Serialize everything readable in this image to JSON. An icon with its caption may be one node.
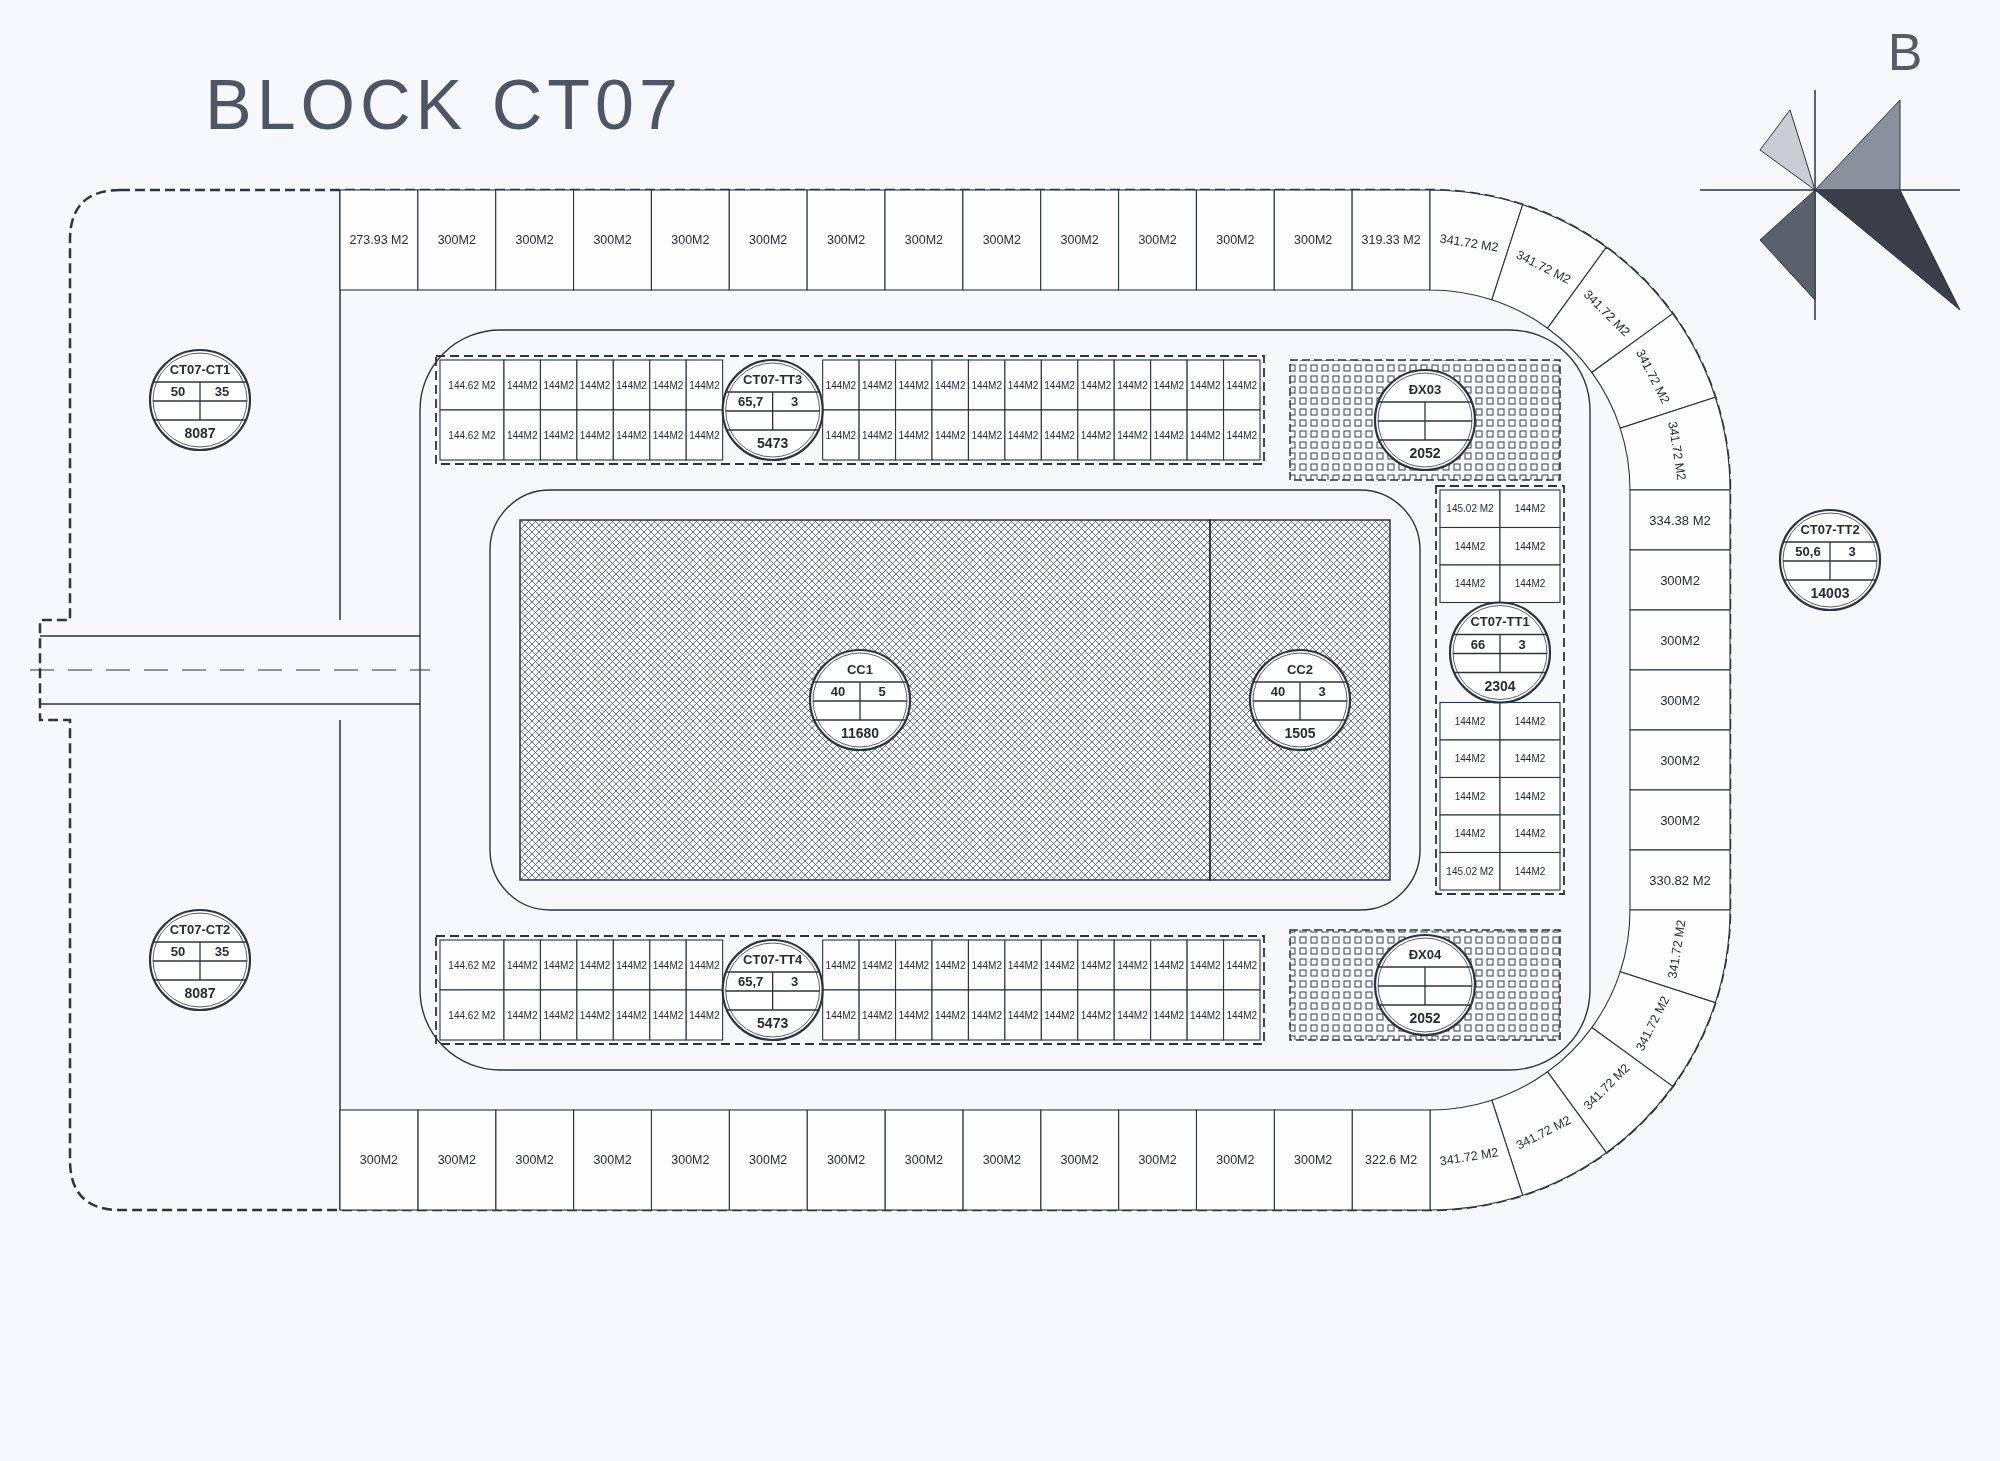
{
  "diagram": {
    "title": "BLOCK CT07",
    "nodes": [
      {
        "text": [
          "273.93 M2"
        ]
      },
      {
        "text": [
          "300M2"
        ]
      },
      {
        "text": [
          "300M2"
        ]
      },
      {
        "text": [
          "300M2"
        ]
      },
      {
        "text": [
          "300M2"
        ]
      },
      {
        "text": [
          "300M2"
        ]
      },
      {
        "text": [
          "300M2"
        ]
      },
      {
        "text": [
          "300M2"
        ]
      },
      {
        "text": [
          "300M2"
        ]
      },
      {
        "text": [
          "300M2"
        ]
      },
      {
        "text": [
          "300M2"
        ]
      },
      {
        "text": [
          "300M2"
        ]
      },
      {
        "text": [
          "300M2"
        ]
      },
      {
        "text": [
          "319.33 M2"
        ]
      },
      {
        "text": [
          "341.72 M2"
        ]
      },
      {
        "text": [
          "341.72 M2"
        ]
      },
      {
        "text": [
          "341.72 M2"
        ]
      },
      {
        "text": [
          "341.72 M2"
        ]
      },
      {
        "text": [
          "341.72 M2"
        ]
      },
      {
        "text": [
          "334.38 M2"
        ]
      },
      {
        "text": [
          "300M2"
        ]
      },
      {
        "text": [
          "300M2"
        ]
      },
      {
        "text": [
          "300M2"
        ]
      },
      {
        "text": [
          "300M2"
        ]
      },
      {
        "text": [
          "300M2"
        ]
      },
      {
        "text": [
          "330.82 M2"
        ]
      },
      {
        "text": [
          "341.72 M2"
        ]
      },
      {
        "text": [
          "341.72 M2"
        ]
      },
      {
        "text": [
          "341.72 M2"
        ]
      },
      {
        "text": [
          "341.72 M2"
        ]
      },
      {
        "text": [
          "341.72 M2"
        ]
      },
      {
        "text": [
          "322.6 M2"
        ]
      },
      {
        "text": [
          "300M2"
        ]
      },
      {
        "text": [
          "300M2"
        ]
      },
      {
        "text": [
          "300M2"
        ]
      },
      {
        "text": [
          "300M2"
        ]
      },
      {
        "text": [
          "300M2"
        ]
      },
      {
        "text": [
          "300M2"
        ]
      },
      {
        "text": [
          "300M2"
        ]
      },
      {
        "text": [
          "300M2"
        ]
      },
      {
        "text": [
          "300M2"
        ]
      },
      {
        "text": [
          "300M2"
        ]
      },
      {
        "text": [
          "300M2"
        ]
      },
      {
        "text": [
          "300M2"
        ]
      },
      {
        "text": [
          "300M2"
        ]
      },
      {
        "text": [
          "144.62 M2"
        ]
      },
      {
        "text": [
          "144M2"
        ]
      },
      {
        "text": [
          "144M2"
        ]
      },
      {
        "text": [
          "144M2"
        ]
      },
      {
        "text": [
          "144M2"
        ]
      },
      {
        "text": [
          "144M2"
        ]
      },
      {
        "text": [
          "144M2"
        ]
      },
      {
        "text": [
          "144M2"
        ]
      },
      {
        "text": [
          "144M2"
        ]
      },
      {
        "text": [
          "144M2"
        ]
      },
      {
        "text": [
          "144M2"
        ]
      },
      {
        "text": [
          "144M2"
        ]
      },
      {
        "text": [
          "144M2"
        ]
      },
      {
        "text": [
          "144M2"
        ]
      },
      {
        "text": [
          "144M2"
        ]
      },
      {
        "text": [
          "144M2"
        ]
      },
      {
        "text": [
          "144M2"
        ]
      },
      {
        "text": [
          "144M2"
        ]
      },
      {
        "text": [
          "144M2"
        ]
      },
      {
        "text": [
          "144.62 M2"
        ]
      },
      {
        "text": [
          "144M2"
        ]
      },
      {
        "text": [
          "144M2"
        ]
      },
      {
        "text": [
          "144M2"
        ]
      },
      {
        "text": [
          "144M2"
        ]
      },
      {
        "text": [
          "144M2"
        ]
      },
      {
        "text": [
          "144M2"
        ]
      },
      {
        "text": [
          "144M2"
        ]
      },
      {
        "text": [
          "144M2"
        ]
      },
      {
        "text": [
          "144M2"
        ]
      },
      {
        "text": [
          "144M2"
        ]
      },
      {
        "text": [
          "144M2"
        ]
      },
      {
        "text": [
          "144M2"
        ]
      },
      {
        "text": [
          "144M2"
        ]
      },
      {
        "text": [
          "144M2"
        ]
      },
      {
        "text": [
          "144M2"
        ]
      },
      {
        "text": [
          "144M2"
        ]
      },
      {
        "text": [
          "144M2"
        ]
      },
      {
        "text": [
          "144M2"
        ]
      },
      {
        "text": [
          "145.02 M2"
        ]
      },
      {
        "text": [
          "144M2"
        ]
      },
      {
        "text": [
          "144M2"
        ]
      },
      {
        "text": [
          "144M2"
        ]
      },
      {
        "text": [
          "144M2"
        ]
      },
      {
        "text": [
          "144M2"
        ]
      },
      {
        "text": [
          "144M2"
        ]
      },
      {
        "text": [
          "145.02 M2"
        ]
      },
      {
        "text": [
          "144M2"
        ]
      },
      {
        "text": [
          "144M2"
        ]
      },
      {
        "text": [
          "144M2"
        ]
      },
      {
        "text": [
          "144M2"
        ]
      },
      {
        "text": [
          "144M2"
        ]
      },
      {
        "text": [
          "144M2"
        ]
      },
      {
        "text": [
          "144M2"
        ]
      },
      {
        "text": [
          "144M2"
        ]
      },
      {
        "text": [
          "144.62 M2"
        ]
      },
      {
        "text": [
          "144M2"
        ]
      },
      {
        "text": [
          "144M2"
        ]
      },
      {
        "text": [
          "144M2"
        ]
      },
      {
        "text": [
          "144M2"
        ]
      },
      {
        "text": [
          "144M2"
        ]
      },
      {
        "text": [
          "144M2"
        ]
      },
      {
        "text": [
          "144M2"
        ]
      },
      {
        "text": [
          "144M2"
        ]
      },
      {
        "text": [
          "144M2"
        ]
      },
      {
        "text": [
          "144M2"
        ]
      },
      {
        "text": [
          "144M2"
        ]
      },
      {
        "text": [
          "144M2"
        ]
      },
      {
        "text": [
          "144M2"
        ]
      },
      {
        "text": [
          "144M2"
        ]
      },
      {
        "text": [
          "144M2"
        ]
      },
      {
        "text": [
          "144M2"
        ]
      },
      {
        "text": [
          "144M2"
        ]
      },
      {
        "text": [
          "144M2"
        ]
      },
      {
        "text": [
          "144.62 M2"
        ]
      },
      {
        "text": [
          "144M2"
        ]
      },
      {
        "text": [
          "144M2"
        ]
      },
      {
        "text": [
          "144M2"
        ]
      },
      {
        "text": [
          "144M2"
        ]
      },
      {
        "text": [
          "144M2"
        ]
      },
      {
        "text": [
          "144M2"
        ]
      },
      {
        "text": [
          "144M2"
        ]
      },
      {
        "text": [
          "144M2"
        ]
      },
      {
        "text": [
          "144M2"
        ]
      },
      {
        "text": [
          "144M2"
        ]
      },
      {
        "text": [
          "144M2"
        ]
      },
      {
        "text": [
          "144M2"
        ]
      },
      {
        "text": [
          "144M2"
        ]
      },
      {
        "text": [
          "144M2"
        ]
      },
      {
        "text": [
          "144M2"
        ]
      },
      {
        "text": [
          "144M2"
        ]
      },
      {
        "text": [
          "144M2"
        ]
      },
      {
        "text": [
          "144M2"
        ]
      },
      {
        "text": [
          "CT07-CT1",
          "50",
          "35",
          "8087"
        ]
      },
      {
        "text": [
          "CT07-TT3",
          "65,7",
          "3",
          "5473"
        ]
      },
      {
        "text": [
          "ĐX03",
          "2052"
        ]
      },
      {
        "text": [
          "CT07-TT2",
          "50,6",
          "3",
          "14003"
        ]
      },
      {
        "text": [
          "CT07-TT1",
          "66",
          "3",
          "2304"
        ]
      },
      {
        "text": [
          "CC1",
          "40",
          "5",
          "11680"
        ]
      },
      {
        "text": [
          "CC2",
          "40",
          "3",
          "1505"
        ]
      },
      {
        "text": [
          "ĐX04",
          "2052"
        ]
      },
      {
        "text": [
          "CT07-TT4",
          "65,7",
          "3",
          "5473"
        ]
      },
      {
        "text": [
          "CT07-CT2",
          "50",
          "35",
          "8087"
        ]
      }
    ],
    "labels": [
      "B"
    ]
  }
}
